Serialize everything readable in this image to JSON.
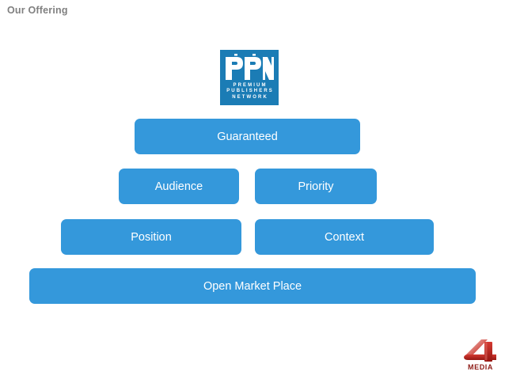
{
  "slide": {
    "title": "Our Offering",
    "title_color": "#808080",
    "background_color": "#ffffff"
  },
  "brand_logo": {
    "name": "ppn-logo",
    "mark_text": "PPN",
    "background_color": "#1b7cb5",
    "text_color": "#ffffff",
    "words": [
      "PREMIUM",
      "PUBLISHERS",
      "NETWORK"
    ]
  },
  "pyramid": {
    "bar_color": "#3498db",
    "label_color": "#ffffff",
    "rows": [
      {
        "level": 1,
        "bars": [
          {
            "label": "Guaranteed"
          }
        ]
      },
      {
        "level": 2,
        "bars": [
          {
            "label": "Audience"
          },
          {
            "label": "Priority"
          }
        ]
      },
      {
        "level": 3,
        "bars": [
          {
            "label": "Position"
          },
          {
            "label": "Context"
          }
        ]
      },
      {
        "level": 4,
        "bars": [
          {
            "label": "Open Market Place"
          }
        ]
      }
    ]
  },
  "footer_logo": {
    "name": "4media-logo",
    "numeral": "4",
    "word": "MEDIA",
    "primary_color": "#c0231f",
    "accent_color": "#8d1a15"
  }
}
